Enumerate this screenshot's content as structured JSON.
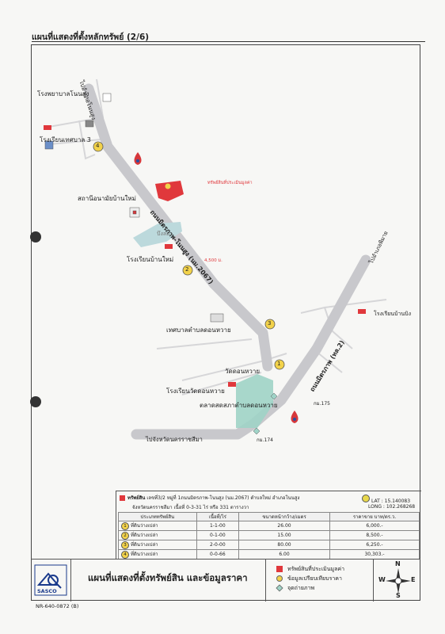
{
  "page": {
    "title": "แผนที่แสดงที่ตั้งหลักทรัพย์ (2/6)",
    "doc_id": "NR-640-0872 (B)"
  },
  "map": {
    "labels": {
      "hospital": "โรงพยาบาลโนนสูง",
      "school_tessaban3": "โรงเรียนเทศบาล 3",
      "health_station": "สถานีอนามัยบ้านใหม่",
      "school_banmai": "โรงเรียนบ้านใหม่",
      "municipality": "เทศบาลตำบลดอนหวาย",
      "wat_donwai": "วัดดอนหวาย",
      "school_wat_donwai": "โรงเรียนวัดดอนหวาย",
      "market": "ตลาดสดสภาตำบลดอนหวาย",
      "school_banbing": "โรงเรียนบ้านบิง",
      "subject_property": "ทรัพย์สินที่ประเมินมูลค่า",
      "distance": "4,500 ม.",
      "km175": "กม.175",
      "km174": "กม.174",
      "to_nakhon_bottom": "ไปจังหวัดนครราชสีมา",
      "to_nonsung": "ไปอำเภอโนนสูง",
      "to_phimai": "ไปอำเภอพิมาย",
      "road_2067": "ถนนมิตรภาพ-โนนสูง (นม.2067)",
      "road_2": "ถนนมิตรภาพ (ทล.2)",
      "pond": "บึงลม"
    },
    "markers": [
      "1",
      "2",
      "3",
      "4"
    ],
    "colors": {
      "road": "#c8c8cc",
      "subject": "#e0383c",
      "comp": "#f2d24a",
      "pond": "#bcd9dc"
    }
  },
  "info": {
    "subject_label": "ทรัพย์สิน",
    "line1": "เลขที่3/2 หมู่ที่ 1ถนนมิตรภาพ-โนนสูง (นม.2067) ตำบลใหม่ อำเภอโนนสูง",
    "line2": "จังหวัดนครราชสีมา เนื้อที่ 0-3-31 ไร่ หรือ 331 ตารางวา",
    "lat": "LAT : 15.140083",
    "long": "LONG : 102.268268"
  },
  "table": {
    "headers": [
      "ประเภททรัพย์สิน",
      "เนื้อที่/ไร่",
      "ขนาดหน้ากว้าง/เมตร",
      "ราคาขาย บาท/ตร.ว."
    ],
    "rows": [
      {
        "no": "1",
        "type": "ที่ดินว่างเปล่า",
        "area": "1-1-00",
        "width": "26.00",
        "price": "6,000.-"
      },
      {
        "no": "2",
        "type": "ที่ดินว่างเปล่า",
        "area": "0-1-00",
        "width": "15.00",
        "price": "8,500.-"
      },
      {
        "no": "3",
        "type": "ที่ดินว่างเปล่า",
        "area": "2-0-00",
        "width": "80.00",
        "price": "6,250.-"
      },
      {
        "no": "4",
        "type": "ที่ดินว่างเปล่า",
        "area": "0-0-66",
        "width": "6.00",
        "price": "30,303.-"
      }
    ]
  },
  "footer": {
    "title": "แผนที่แสดงที่ตั้งทรัพย์สิน และข้อมูลราคา",
    "logo": "SASCO",
    "legend": [
      {
        "label": "ทรัพย์สินที่ประเมินมูลค่า",
        "color": "#e0383c",
        "icon": "red-square-icon"
      },
      {
        "label": "ข้อมูลเปรียบเทียบราคา",
        "color": "#f2d24a",
        "icon": "yellow-circle-icon"
      },
      {
        "label": "จุดถ่ายภาพ",
        "color": "#9fd3c7",
        "icon": "diamond-icon"
      }
    ],
    "compass": {
      "n": "N",
      "s": "S",
      "e": "E",
      "w": "W"
    }
  }
}
